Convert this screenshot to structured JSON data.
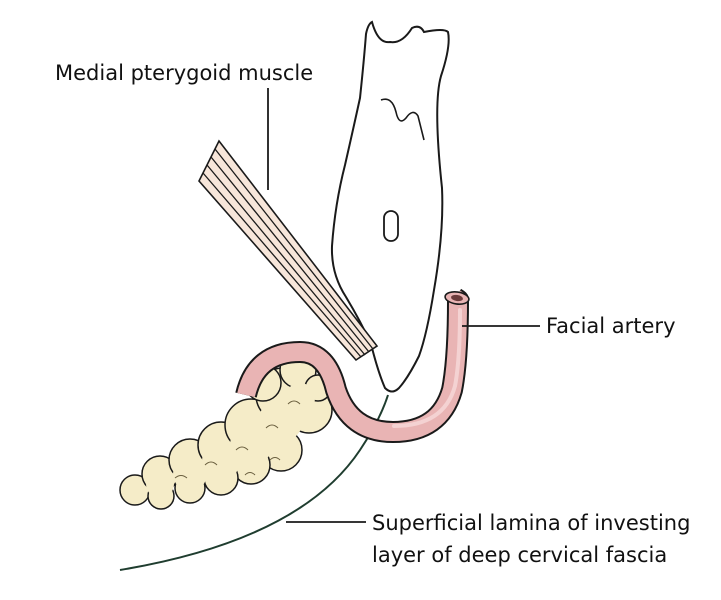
{
  "labels": {
    "medial_pterygoid": "Medial pterygoid muscle",
    "facial_artery": "Facial artery",
    "fascia_line1": "Superficial lamina of investing",
    "fascia_line2": "layer of deep cervical fascia"
  },
  "colors": {
    "outline": "#1a1a1a",
    "muscle_fill": "#f7e6da",
    "artery_fill": "#e9b4b4",
    "artery_lumen": "#6b3b3b",
    "gland_fill": "#f5ecc8",
    "fascia_line": "#1f3d2f"
  }
}
